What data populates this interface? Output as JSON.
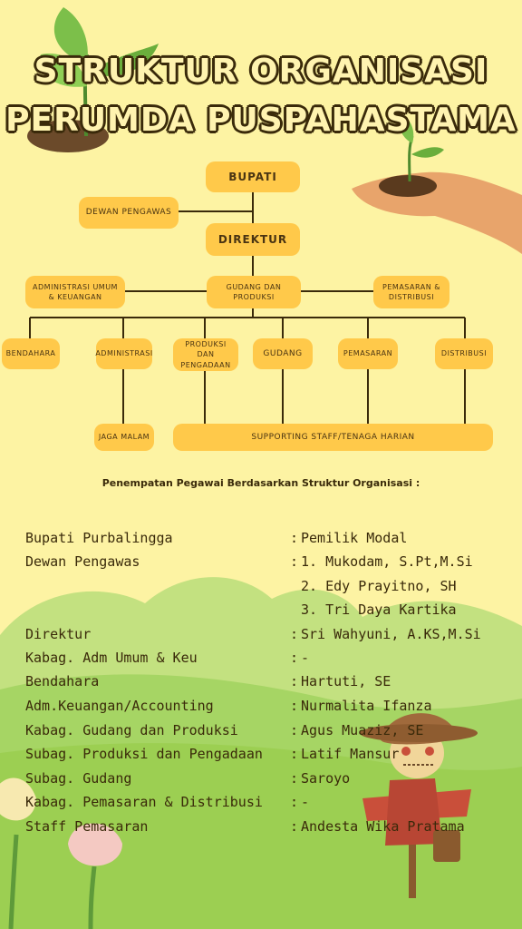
{
  "title": {
    "line1": "STRUKTUR ORGANISASI",
    "line2": "PERUMDA PUSPAHASTAMA"
  },
  "org": {
    "bupati": "BUPATI",
    "dewan_pengawas": "DEWAN PENGAWAS",
    "direktur": "DIREKTUR",
    "adm_umum": "ADMINISTRASI UMUM & KEUANGAN",
    "gudang_produksi": "GUDANG DAN PRODUKSI",
    "pemasaran_distribusi": "PEMASARAN & DISTRIBUSI",
    "bendahara": "BENDAHARA",
    "administrasi": "ADMINISTRASI",
    "produksi_pengadaan": "PRODUKSI DAN PENGADAAN",
    "gudang": "GUDANG",
    "pemasaran": "PEMASARAN",
    "distribusi": "DISTRIBUSI",
    "jaga_malam": "JAGA MALAM",
    "supporting": "SUPPORTING STAFF/TENAGA HARIAN"
  },
  "placement": {
    "heading": "Penempatan Pegawai Berdasarkan Struktur Organisasi :",
    "rows": [
      {
        "label": "Bupati Purbalingga",
        "colon": ":",
        "value": "Pemilik Modal"
      },
      {
        "label": "Dewan Pengawas",
        "colon": ":",
        "value": "1. Mukodam, S.Pt,M.Si"
      },
      {
        "label": "",
        "colon": "",
        "value": "2. Edy Prayitno, SH"
      },
      {
        "label": "",
        "colon": "",
        "value": "3. Tri Daya Kartika"
      },
      {
        "label": "Direktur",
        "colon": ":",
        "value": "Sri Wahyuni, A.KS,M.Si"
      },
      {
        "label": "Kabag. Adm Umum & Keu",
        "colon": ":",
        "value": "-"
      },
      {
        "label": "Bendahara",
        "colon": ":",
        "value": "Hartuti, SE"
      },
      {
        "label": "Adm.Keuangan/Accounting",
        "colon": ":",
        "value": "Nurmalita Ifanza"
      },
      {
        "label": "Kabag. Gudang dan Produksi",
        "colon": ":",
        "value": "Agus Muaziz, SE"
      },
      {
        "label": "Subag. Produksi dan Pengadaan",
        "colon": ":",
        "value": "Latif Mansur"
      },
      {
        "label": "Subag. Gudang",
        "colon": ":",
        "value": "Saroyo"
      },
      {
        "label": "Kabag. Pemasaran & Distribusi",
        "colon": ":",
        "value": "-"
      },
      {
        "label": "Staff Pemasaran",
        "colon": ":",
        "value": "Andesta Wika Pratama"
      }
    ]
  },
  "colors": {
    "background": "#fdf3a3",
    "box": "#ffc94a",
    "text": "#3a2a0a",
    "hill": "#a9d66a",
    "grass": "#9fd04e"
  }
}
